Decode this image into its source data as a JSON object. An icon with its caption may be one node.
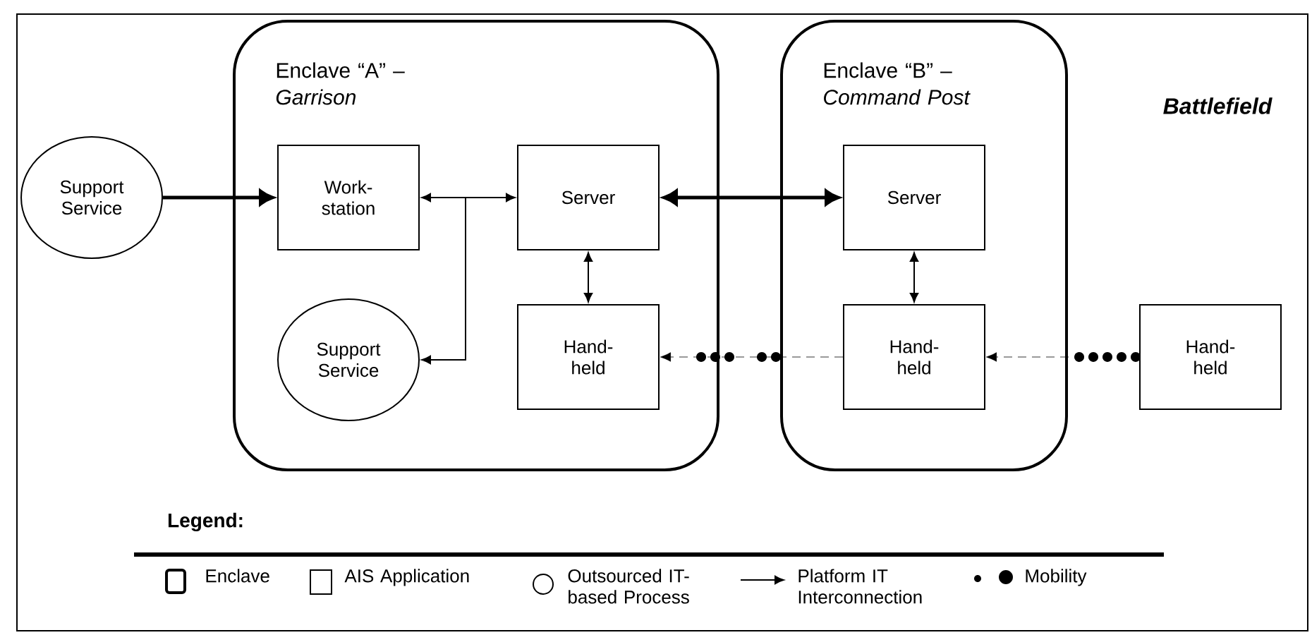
{
  "diagram": {
    "nodes": [
      {
        "text": [
          "Enclave “A” – *Garrison*"
        ]
      },
      {
        "text": [
          "Enclave “B” – *Command Post*"
        ]
      },
      {
        "text": [
          "Support Service"
        ]
      },
      {
        "text": [
          "Work-station"
        ],
        "in": 0
      },
      {
        "text": [
          "Server"
        ],
        "in": 0
      },
      {
        "text": [
          "Support Service"
        ],
        "in": 0
      },
      {
        "text": [
          "Hand-held"
        ],
        "in": 0
      },
      {
        "text": [
          "Server"
        ],
        "in": 1
      },
      {
        "text": [
          "Hand-held"
        ],
        "in": 1
      },
      {
        "text": [
          "Hand-held"
        ]
      }
    ],
    "edges": [
      {
        "from": 2,
        "to": 3,
        "arrow": "to",
        "style": "thick"
      },
      {
        "from": 3,
        "to": 4,
        "arrow": "both"
      },
      {
        "from": 3,
        "to": 5,
        "arrow": "to"
      },
      {
        "from": 4,
        "to": 6,
        "arrow": "both"
      },
      {
        "from": 4,
        "to": 7,
        "arrow": "both",
        "style": "thick"
      },
      {
        "from": 7,
        "to": 8,
        "arrow": "both"
      },
      {
        "from": 8,
        "to": 6,
        "arrow": "to",
        "style": "dashed"
      },
      {
        "from": 9,
        "to": 8,
        "arrow": "to",
        "style": "dashed"
      }
    ],
    "labels": [
      "Battlefield",
      "Legend:"
    ],
    "legend": [
      {
        "text": "Enclave"
      },
      {
        "text": "AIS Application"
      },
      {
        "text": "Outsourced IT-based Process"
      },
      {
        "text": "Platform IT Interconnection"
      },
      {
        "text": "Mobility"
      }
    ]
  }
}
